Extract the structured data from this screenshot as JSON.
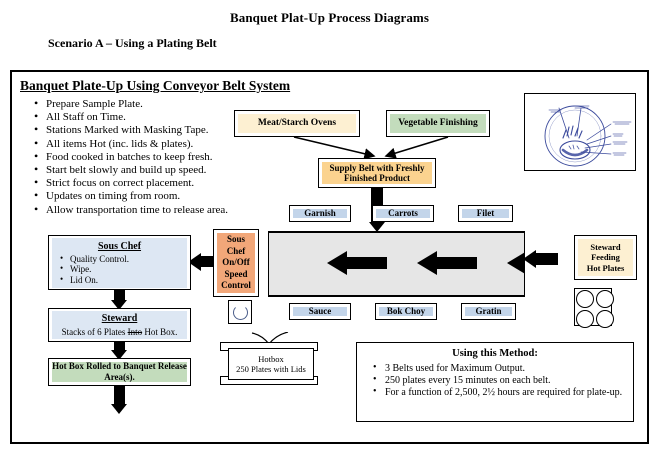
{
  "page": {
    "doc_title": "Banquet Plat-Up Process Diagrams",
    "scenario_subtitle": "Scenario A – Using a Plating Belt"
  },
  "diagram": {
    "title": "Banquet Plate-Up Using Conveyor Belt System",
    "checklist": [
      "Prepare Sample Plate.",
      "All Staff on Time.",
      "Stations Marked with Masking Tape.",
      "All items Hot (inc. lids & plates).",
      "Food cooked in batches to keep fresh.",
      "Start belt slowly and build up speed.",
      "Strict focus on correct placement.",
      "Updates on timing from room.",
      "Allow transportation time to release area."
    ],
    "sources": {
      "meat_ovens": "Meat/Starch Ovens",
      "veg_finishing": "Vegetable Finishing",
      "supply_belt": "Supply Belt with Freshly Finished Product"
    },
    "ingredients_top": [
      "Garnish",
      "Carrots",
      "Filet"
    ],
    "ingredients_bottom": [
      "Sauce",
      "Bok Choy",
      "Gratin"
    ],
    "speed_control": "Sous Chef On/Off Speed Control",
    "speed_control_lines": [
      "Sous",
      "Chef",
      "On/Off",
      "Speed",
      "Control"
    ],
    "sous_chef": {
      "header": "Sous Chef",
      "items": [
        "Quality Control.",
        "Wipe.",
        "Lid On."
      ]
    },
    "steward": {
      "header": "Steward",
      "line_pre": "Stacks of 6 Plates ",
      "line_strike": "Into",
      "line_post": " Hot Box."
    },
    "hotbox_rolled": "Hot Box Rolled to Banquet Release Area(s).",
    "steward_feeding_lines": [
      "Steward",
      "Feeding",
      "Hot Plates"
    ],
    "hotbox_illustration": {
      "line1": "Hotbox",
      "line2": "250 Plates with Lids"
    },
    "method": {
      "title": "Using this Method:",
      "items": [
        "3 Belts used for Maximum Output.",
        "250 plates every 15 minutes on each belt.",
        "For a function of 2,500, 2½ hours are required for plate-up."
      ]
    }
  },
  "colors": {
    "cream": "#fdf0d2",
    "green": "#c3dcbc",
    "gold": "#fbd38f",
    "light_blue": "#c3d5ea",
    "pale_blue": "#dde7f3",
    "salmon": "#f2a779",
    "belt_gray": "#e6e6e6",
    "sketch_ink": "#3b4a9c"
  }
}
